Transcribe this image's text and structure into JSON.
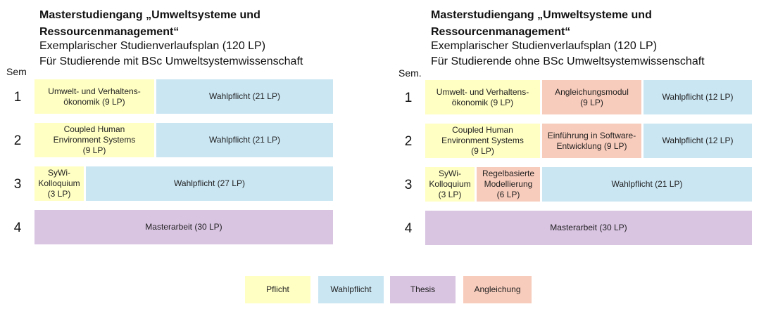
{
  "left": {
    "title1": "Masterstudiengang „Umweltsysteme und",
    "title2": "Ressourcenmanagement“",
    "sub1": "Exemplarischer Studienverlaufsplan (120 LP)",
    "sub2": "Für Studierende mit BSc Umweltsystemwissenschaft",
    "sem_label": "Sem",
    "sems": [
      "1",
      "2",
      "3",
      "4"
    ],
    "r1": {
      "a": "Umwelt- und Verhaltens-\nökonomik (9 LP)",
      "b": "Wahlpflicht (21 LP)"
    },
    "r2": {
      "a": "Coupled Human\nEnvironment Systems\n(9 LP)",
      "b": "Wahlpflicht (21 LP)"
    },
    "r3": {
      "a": "SyWi-\nKolloquium\n(3 LP)",
      "b": "Wahlpflicht (27 LP)"
    },
    "r4": {
      "a": "Masterarbeit (30 LP)"
    }
  },
  "right": {
    "title1": "Masterstudiengang „Umweltsysteme und",
    "title2": "Ressourcenmanagement“",
    "sub1": "Exemplarischer Studienverlaufsplan (120 LP)",
    "sub2": "Für Studierende ohne BSc Umweltsystemwissenschaft",
    "sem_label": "Sem.",
    "sems": [
      "1",
      "2",
      "3",
      "4"
    ],
    "r1": {
      "a": "Umwelt- und Verhaltens-\nökonomik (9 LP)",
      "b": "Angleichungsmodul\n(9 LP)",
      "c": "Wahlpflicht (12 LP)"
    },
    "r2": {
      "a": "Coupled Human\nEnvironment Systems\n(9 LP)",
      "b": "Einführung in Software-\nEntwicklung (9 LP)",
      "c": "Wahlpflicht (12 LP)"
    },
    "r3": {
      "a": "SyWi-\nKolloquium\n(3 LP)",
      "b": "Regelbasierte\nModellierung\n(6 LP)",
      "c": "Wahlpflicht (21 LP)"
    },
    "r4": {
      "a": "Masterarbeit (30 LP)"
    }
  },
  "legend": [
    "Pflicht",
    "Wahlpflicht",
    "Thesis",
    "Angleichung"
  ],
  "colors": {
    "pflicht": "#ffffc4",
    "wahlpflicht": "#cae6f3",
    "thesis": "#d9c4e2",
    "angleichung": "#f8ccbc"
  }
}
